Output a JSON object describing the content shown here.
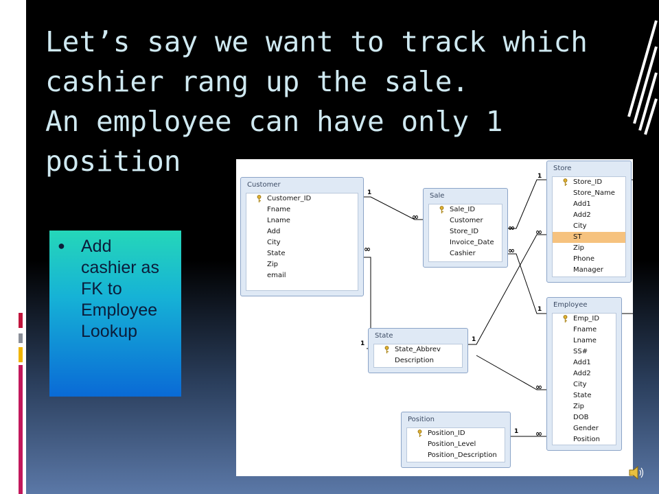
{
  "slide": {
    "title_lines": [
      "Let’s say we want to track which",
      "cashier rang up the sale.",
      "An employee can have only 1",
      "position"
    ],
    "bullet": {
      "lines": [
        "Add",
        "cashier as",
        "FK to",
        "Employee",
        "Lookup"
      ]
    }
  },
  "diagram": {
    "tables": {
      "customer": {
        "title": "Customer",
        "fields": [
          "Customer_ID",
          "Fname",
          "Lname",
          "Add",
          "City",
          "State",
          "Zip",
          "email"
        ]
      },
      "sale": {
        "title": "Sale",
        "fields": [
          "Sale_ID",
          "Customer",
          "Store_ID",
          "Invoice_Date",
          "Cashier"
        ]
      },
      "store": {
        "title": "Store",
        "fields": [
          "Store_ID",
          "Store_Name",
          "Add1",
          "Add2",
          "City",
          "ST",
          "Zip",
          "Phone",
          "Manager"
        ]
      },
      "state": {
        "title": "State",
        "fields": [
          "State_Abbrev",
          "Description"
        ]
      },
      "employee": {
        "title": "Employee",
        "fields": [
          "Emp_ID",
          "Fname",
          "Lname",
          "SS#",
          "Add1",
          "Add2",
          "City",
          "State",
          "Zip",
          "DOB",
          "Gender",
          "Position"
        ]
      },
      "position": {
        "title": "Position",
        "fields": [
          "Position_ID",
          "Position_Level",
          "Position_Description"
        ]
      }
    },
    "rel_labels": {
      "one": "1",
      "many": "∞"
    }
  },
  "colors": {
    "title_text": "#cfe9f1",
    "callout_top": "#25d7b9",
    "callout_bottom": "#0a6ad6",
    "highlight_field": "#f6c27e"
  },
  "icons": {
    "key": "key-icon",
    "speaker": "speaker-icon"
  }
}
